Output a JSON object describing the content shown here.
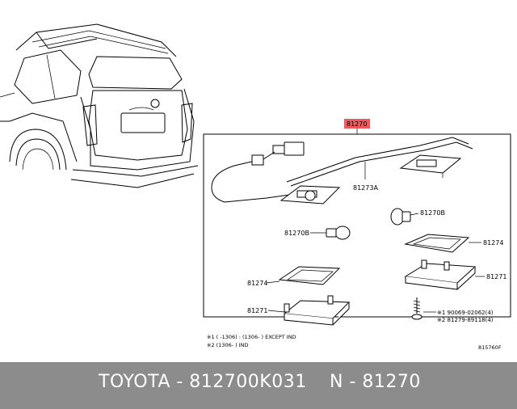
{
  "labels": {
    "main_assembly": "81270",
    "wire": "81273A",
    "bulb_right": "81270B",
    "bulb_left": "81270B",
    "lens_right": "81274",
    "lens_left": "81274",
    "housing_right": "81271",
    "housing_left": "81271",
    "screw_1": "※1 90069-02062(4)",
    "screw_2": "※2 81279-89118(4)"
  },
  "notes": {
    "note_1": "※1 (      -1306) : (1306-      ) EXCEPT IND",
    "note_2": "※2 (1306-      ) IND"
  },
  "figure_code": "815760F",
  "footer": {
    "part_number": "TOYOTA - 812700K031",
    "ref_number": "N - 81270"
  },
  "colors": {
    "label_highlight": "#f05a5a",
    "footer_bg": "#8c8c8c",
    "footer_text": "#ffffff"
  }
}
